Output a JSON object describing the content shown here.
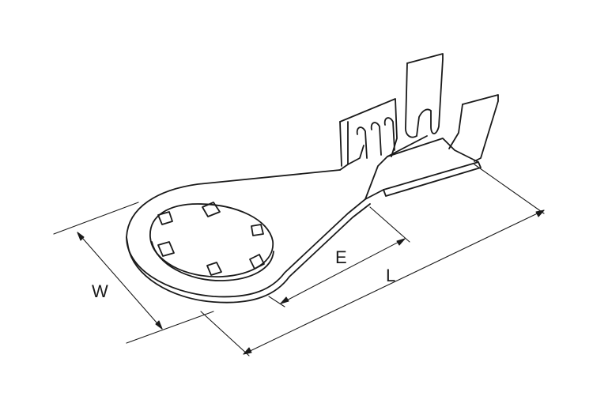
{
  "labels": {
    "width": "W",
    "insertion": "E",
    "length": "L"
  },
  "colors": {
    "line": "#1a1a1a",
    "background": "#ffffff"
  }
}
